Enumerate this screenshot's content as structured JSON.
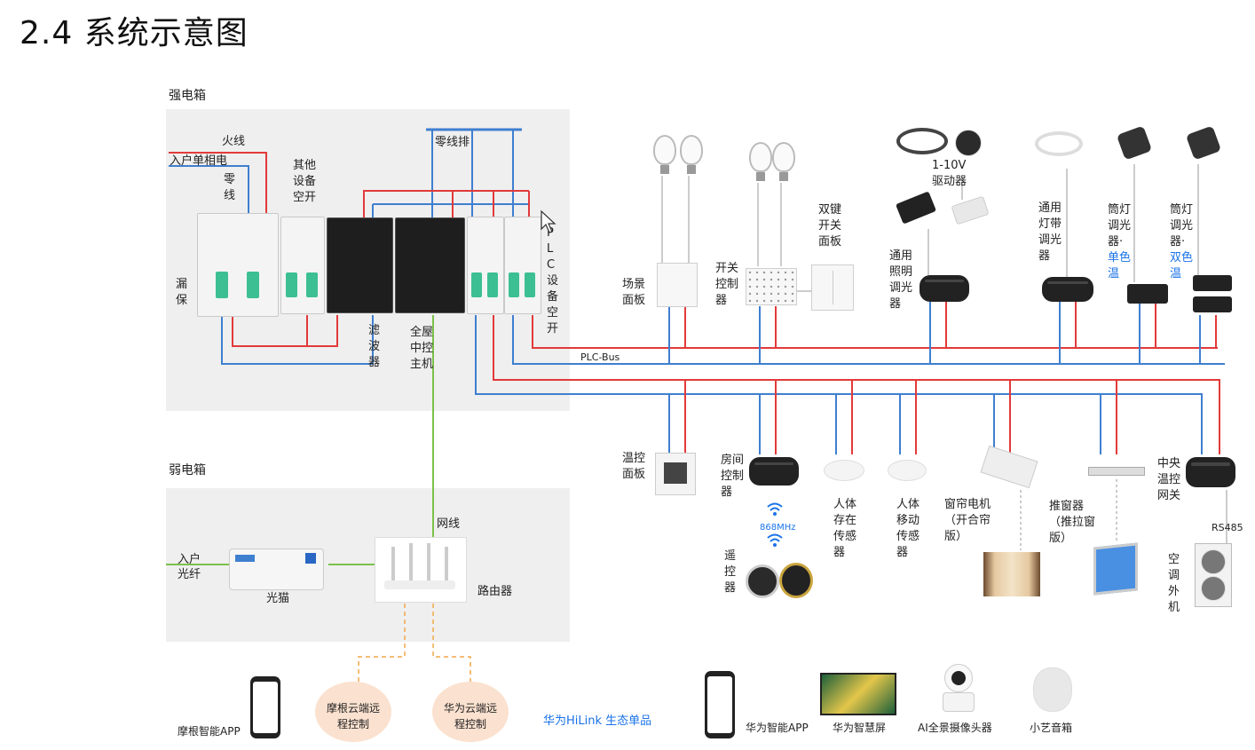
{
  "title": "2.4 系统示意图",
  "sections": {
    "strong_box": "强电箱",
    "weak_box": "弱电箱"
  },
  "left_labels": {
    "live": "火线",
    "incoming": "入户单相电",
    "neutral": "零线",
    "other_breaker": "其他设备空开",
    "neutral_bar": "零线排",
    "leakage": "漏保",
    "filter": "滤波器",
    "host": "全屋中控主机",
    "plc_breaker": "PLC设备空开",
    "network_cable": "网线",
    "fiber": "入户光纤",
    "optical_box": "光猫",
    "router": "路由器"
  },
  "bus_label": "PLC-Bus",
  "top_devices": {
    "scene_panel": "场景面板",
    "switch_control": "开关控制器",
    "double_switch": "双键开关面板",
    "driver": "1-10V驱动器",
    "lighting_dimmer": "通用照明调光器",
    "strip_dimmer": "通用灯带调光器",
    "spot_single": [
      "筒灯调光器·",
      "单色温"
    ],
    "spot_dual": [
      "筒灯调光器·",
      "双色温"
    ]
  },
  "bottom_devices": {
    "thermostat": "温控面板",
    "room_controller": "房间控制器",
    "frequency": "868MHz",
    "remote": "遥控器",
    "presence": "人体存在传感器",
    "motion": "人体移动传感器",
    "curtain": "窗帘电机（开合帘版）",
    "window": "推窗器（推拉窗版）",
    "ac_gateway": "中央温控网关",
    "rs485": "RS485",
    "ac_outdoor": "空调外机"
  },
  "footer": {
    "moyan_app": "摩根智能APP",
    "moyan_cloud": "摩根云端远程控制",
    "huawei_cloud": "华为云端远程控制",
    "hilink": "华为HiLink 生态单品",
    "huawei_app": "华为智能APP",
    "smart_screen": "华为智慧屏",
    "camera": "AI全景摄像头器",
    "speaker": "小艺音箱"
  },
  "colors": {
    "live": "#e23a3a",
    "neutral": "#3f7fd0",
    "network": "#7cc04a",
    "cloud_link": "#f2a84a",
    "panel": "#efefef",
    "accent_blue": "#1a73e8"
  }
}
